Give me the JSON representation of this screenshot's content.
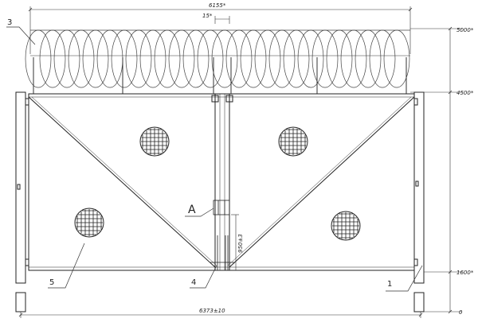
{
  "drawing": {
    "dimensions": {
      "overall_width": "6155*",
      "top_gap": "15*",
      "total_width": "6373±10",
      "h_5000": "5000*",
      "h_4500": "4500*",
      "h_1600": "1600*",
      "h_0": "0",
      "bolt_height": "950±3"
    },
    "callouts": {
      "fence_wire": "3",
      "post": "1",
      "lock_assembly": "4",
      "vent_grille": "5",
      "detail_view": "A"
    }
  }
}
